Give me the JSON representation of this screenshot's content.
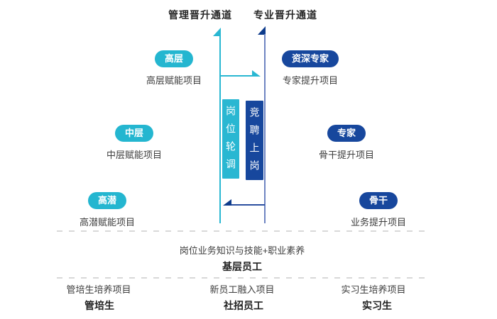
{
  "colors": {
    "cyan": "#29b7d2",
    "navy": "#17479d",
    "slate_line": "#6e84c2",
    "navy_dark": "#0e3c8c",
    "dash_gray": "#d8d8d8"
  },
  "channels": {
    "management_title": "管理晋升通道",
    "professional_title": "专业晋升通道"
  },
  "center_bars": {
    "rotation": "岗位轮调",
    "competition": "竞聘上岗"
  },
  "levels": {
    "management": [
      {
        "tag": "高层",
        "project": "高层赋能项目"
      },
      {
        "tag": "中层",
        "project": "中层赋能项目"
      },
      {
        "tag": "高潜",
        "project": "高潜赋能项目"
      }
    ],
    "professional": [
      {
        "tag": "资深专家",
        "project": "专家提升项目"
      },
      {
        "tag": "专家",
        "project": "骨干提升项目"
      },
      {
        "tag": "骨干",
        "project": "业务提升项目"
      }
    ]
  },
  "base_layer": {
    "skills": "岗位业务知识与技能+职业素养",
    "role": "基层员工"
  },
  "entry_layer": [
    {
      "project": "管培生培养项目",
      "role": "管培生"
    },
    {
      "project": "新员工融入项目",
      "role": "社招员工"
    },
    {
      "project": "实习生培养项目",
      "role": "实习生"
    }
  ]
}
